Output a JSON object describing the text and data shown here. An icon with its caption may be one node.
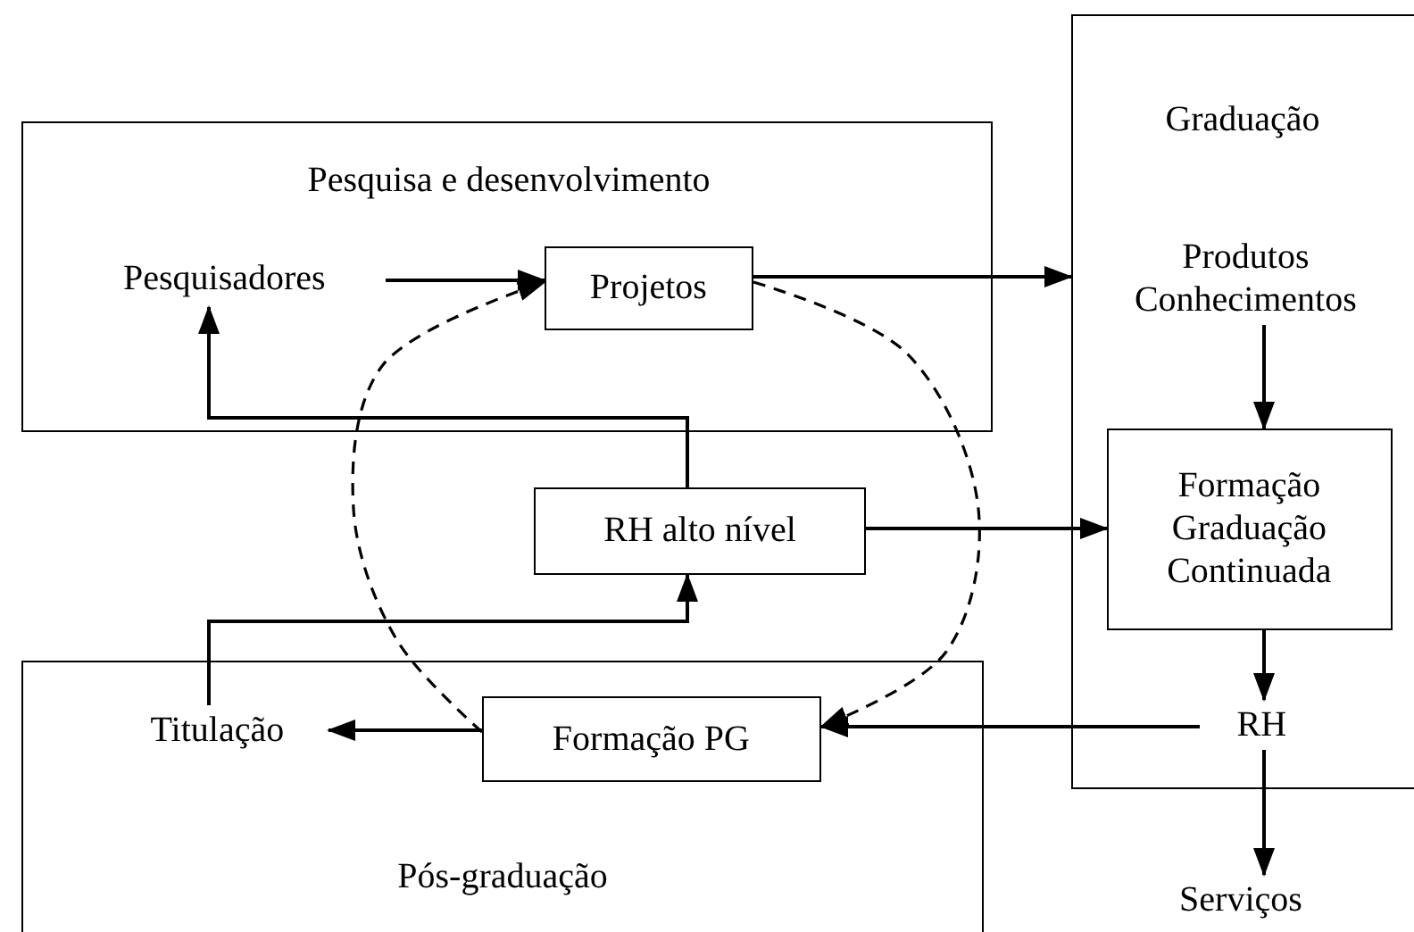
{
  "diagram": {
    "nodes": [
      {
        "text": [
          "Pesquisa e desenvolvimento"
        ]
      },
      {
        "text": [
          "Pesquisadores"
        ],
        "in": 0
      },
      {
        "text": [
          "Projetos"
        ],
        "in": 0
      },
      {
        "text": [
          "Graduação"
        ]
      },
      {
        "text": [
          "Produtos Conhecimentos"
        ],
        "in": 3
      },
      {
        "text": [
          "Formação Graduação Continuada"
        ],
        "in": 3
      },
      {
        "text": [
          "RH"
        ],
        "in": 3
      },
      {
        "text": [
          "RH alto nível"
        ]
      },
      {
        "text": [
          "Pós-graduação"
        ]
      },
      {
        "text": [
          "Titulação"
        ],
        "in": 8
      },
      {
        "text": [
          "Formação PG"
        ],
        "in": 8
      },
      {
        "text": [
          "Serviços"
        ]
      }
    ],
    "edges": [
      {
        "from": 1,
        "to": 2,
        "arrow": "to"
      },
      {
        "from": 2,
        "to": 3,
        "arrow": "to"
      },
      {
        "from": 4,
        "to": 5,
        "arrow": "to"
      },
      {
        "from": 7,
        "to": 5,
        "arrow": "to"
      },
      {
        "from": 5,
        "to": 6,
        "arrow": "to"
      },
      {
        "from": 6,
        "to": 11,
        "arrow": "to"
      },
      {
        "from": 6,
        "to": 10,
        "arrow": "to"
      },
      {
        "from": 10,
        "to": 9,
        "arrow": "to"
      },
      {
        "from": 9,
        "to": 7,
        "arrow": "to"
      },
      {
        "from": 7,
        "to": 1,
        "arrow": "to"
      },
      {
        "from": 10,
        "to": 2,
        "arrow": "to",
        "style": "dashed"
      },
      {
        "from": 2,
        "to": 10,
        "arrow": "to",
        "style": "dashed"
      }
    ]
  }
}
